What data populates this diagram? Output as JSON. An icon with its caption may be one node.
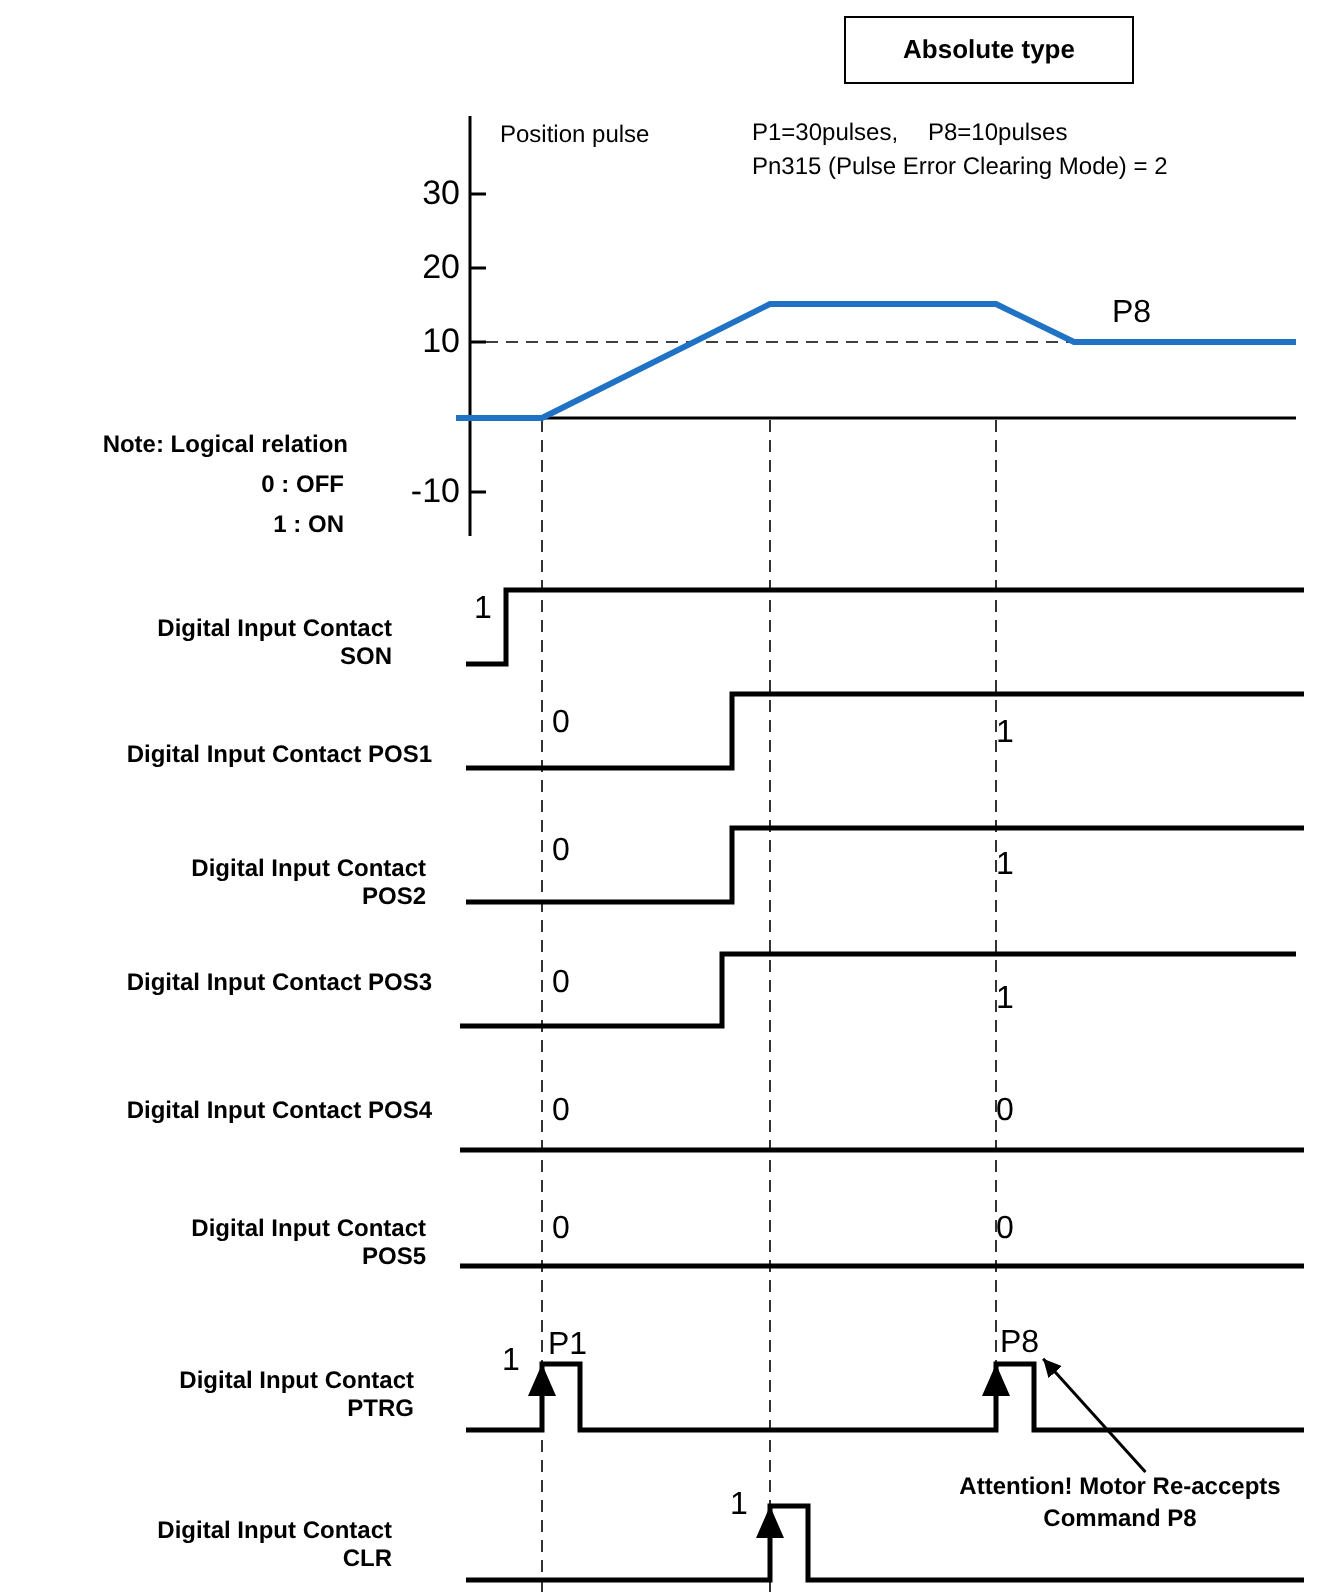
{
  "diagram": {
    "nodes": [
      {
        "text": [
          "Absolute type"
        ]
      },
      {
        "text": [
          "Attention! Motor Re-accepts Command P8"
        ]
      },
      {
        "text": [
          "P8"
        ]
      }
    ],
    "edges": [
      {
        "from": 1,
        "to": 2,
        "arrow": "to"
      }
    ],
    "labels": [
      "Position pulse",
      "P1=30pulses,",
      "P8=10pulses",
      "Pn315 (Pulse Error Clearing Mode) = 2",
      "30",
      "20",
      "P8",
      "10",
      "Note: Logical relation",
      "0 : OFF",
      "-10",
      "1 : ON",
      "1",
      "Digital Input Contact SON",
      "0",
      "1",
      "Digital Input Contact POS1",
      "Digital Input Contact POS2",
      "0",
      "1",
      "Digital Input Contact POS3",
      "0",
      "1",
      "Digital Input Contact POS4",
      "0",
      "0",
      "Digital Input Contact POS5",
      "0",
      "0",
      "1",
      "P1",
      "Digital Input Contact PTRG",
      "1",
      "Digital Input Contact CLR"
    ]
  }
}
